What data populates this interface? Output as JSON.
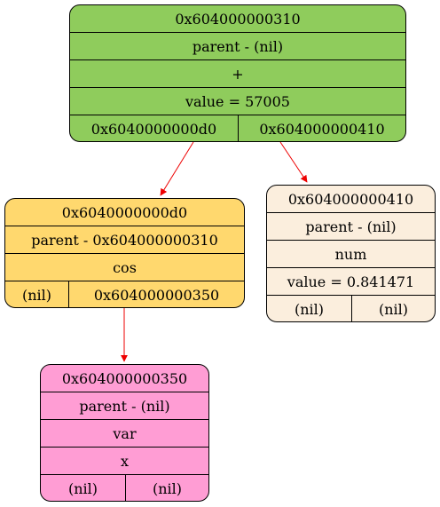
{
  "colors": {
    "root_fill": "#8fcc5c",
    "cos_fill": "#ffd86e",
    "num_fill": "#fbeedd",
    "var_fill": "#ff9dd4",
    "edge": "#ee0000"
  },
  "nodes": {
    "n310": {
      "address": "0x604000000310",
      "parent": "parent - (nil)",
      "op": "+",
      "value": "value = 57005",
      "left": "0x6040000000d0",
      "right": "0x604000000410"
    },
    "n0d0": {
      "address": "0x6040000000d0",
      "parent": "parent - 0x604000000310",
      "op": "cos",
      "left": "(nil)",
      "right": "0x604000000350"
    },
    "n410": {
      "address": "0x604000000410",
      "parent": "parent - (nil)",
      "op": "num",
      "value": "value = 0.841471",
      "left": "(nil)",
      "right": "(nil)"
    },
    "n350": {
      "address": "0x604000000350",
      "parent": "parent - (nil)",
      "op": "var",
      "value": "x",
      "left": "(nil)",
      "right": "(nil)"
    }
  }
}
